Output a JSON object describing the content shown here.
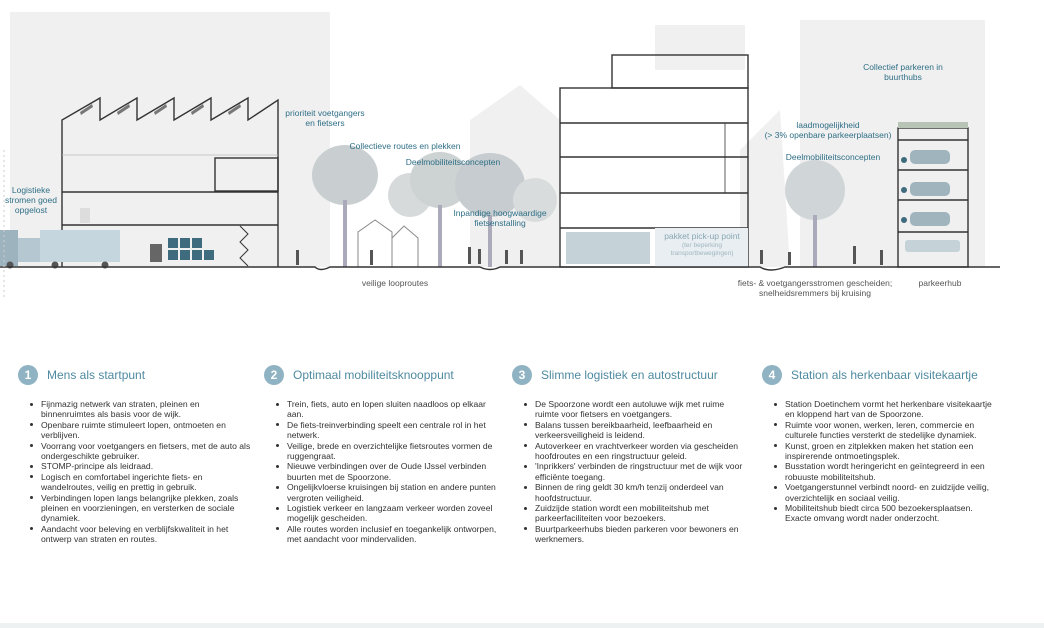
{
  "labels": {
    "logistiek": "Logistieke\nstromen goed\nopgelost",
    "prioriteit": "prioriteit voetgangers\nen fietsers",
    "collectieve": "Collectieve routes en plekken",
    "deelmob1": "Deelmobiliteitsconcepten",
    "inpandige": "Inpandige hoogwaardige\nfietsenstalling",
    "looproutes": "veilige looproutes",
    "pakket_title": "pakket pick-up point",
    "pakket_sub": "(ter beperking\ntransportbewegingen)",
    "collectief_parkeren": "Collectief parkeren in\nbuurthubs",
    "laadmogelijkheid": "laadmogelijkheid\n(> 3% openbare parkeerplaatsen)",
    "deelmob2": "Deelmobiliteitsconcepten",
    "fietsstromen": "fiets- & voetgangersstromen gescheiden;\nsnelheidsremmers bij kruising",
    "parkeerhub": "parkeerhub"
  },
  "columns": [
    {
      "number": "1",
      "title": "Mens als startpunt",
      "points": [
        "Fijnmazig netwerk van straten, pleinen en binnenruimtes als basis voor de wijk.",
        "Openbare ruimte stimuleert lopen, ontmoeten en verblijven.",
        "Voorrang voor voetgangers en fietsers, met de auto als ondergeschikte gebruiker.",
        "STOMP-principe als leidraad.",
        "Logisch en comfortabel ingerichte fiets- en wandelroutes, veilig en prettig in gebruik.",
        "Verbindingen lopen langs belangrijke plekken, zoals pleinen en voorzieningen, en versterken de sociale dynamiek.",
        "Aandacht voor beleving en verblijfskwaliteit in het ontwerp van straten en routes."
      ]
    },
    {
      "number": "2",
      "title": "Optimaal mobiliteitsknooppunt",
      "points": [
        "Trein, fiets, auto en lopen sluiten naadloos op elkaar aan.",
        "De fiets-treinverbinding speelt een centrale rol in het netwerk.",
        "Veilige, brede en overzichtelijke fietsroutes vormen de ruggengraat.",
        "Nieuwe verbindingen over de Oude IJssel verbinden buurten met de Spoorzone.",
        "Ongelijkvloerse kruisingen bij station en andere punten vergroten veiligheid.",
        "Logistiek verkeer en langzaam verkeer worden zoveel mogelijk gescheiden.",
        "Alle routes worden inclusief en toegankelijk ontworpen, met aandacht voor mindervaliden."
      ]
    },
    {
      "number": "3",
      "title": "Slimme logistiek en autostructuur",
      "points": [
        "De Spoorzone wordt een autoluwe wijk met ruime ruimte voor fietsers en voetgangers.",
        "Balans tussen bereikbaarheid, leefbaarheid en verkeersveiligheid is leidend.",
        "Autoverkeer en vrachtverkeer worden via gescheiden hoofdroutes en een ringstructuur geleid.",
        "'Inprikkers' verbinden de ringstructuur met de wijk voor efficiënte toegang.",
        "Binnen de ring geldt 30 km/h tenzij onderdeel van hoofdstructuur.",
        "Zuidzijde station wordt een mobiliteitshub met parkeerfaciliteiten voor bezoekers.",
        "Buurtparkeerhubs bieden parkeren voor bewoners en werknemers."
      ]
    },
    {
      "number": "4",
      "title": "Station als herkenbaar visitekaartje",
      "points": [
        "Station Doetinchem vormt het herkenbare visitekaartje en kloppend hart van de Spoorzone.",
        "Ruimte voor wonen, werken, leren, commercie en culturele functies versterkt de stedelijke dynamiek.",
        "Kunst, groen en zitplekken maken het station een inspirerende ontmoetingsplek.",
        "Busstation wordt heringericht en geïntegreerd in een robuuste mobiliteitshub.",
        "Voetgangerstunnel verbindt noord- en zuidzijde veilig, overzichtelijk en sociaal veilig.",
        "Mobiliteitshub biedt circa 500 bezoekersplaatsen. Exacte omvang wordt nader onderzocht."
      ]
    }
  ],
  "colors": {
    "accent": "#2f6f86",
    "number_circle": "#8fb3c2",
    "heading": "#4f8aa1",
    "line": "#333333",
    "ghost": "#efefef"
  }
}
